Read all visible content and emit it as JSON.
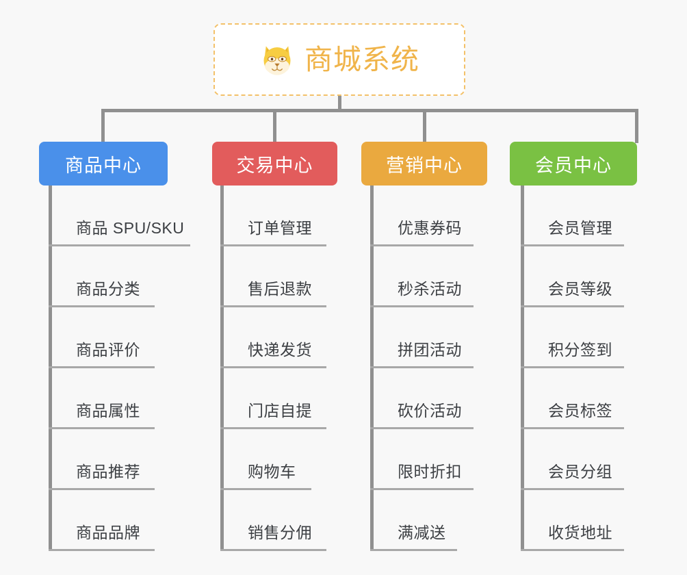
{
  "background_color": "#f8f8f8",
  "connector_color": "#909090",
  "rule_color": "#a8a8a8",
  "root": {
    "title": "商城系统",
    "icon": "shiba-dog-face-icon",
    "text_color": "#f0b44a",
    "border_color": "#f3c169",
    "background_color": "#ffffff"
  },
  "branches": [
    {
      "label": "商品中心",
      "color": "#4a90ea",
      "items": [
        "商品 SPU/SKU",
        "商品分类",
        "商品评价",
        "商品属性",
        "商品推荐",
        "商品品牌"
      ]
    },
    {
      "label": "交易中心",
      "color": "#e25c5c",
      "items": [
        "订单管理",
        "售后退款",
        "快递发货",
        "门店自提",
        "购物车",
        "销售分佣"
      ]
    },
    {
      "label": "营销中心",
      "color": "#eaa93f",
      "items": [
        "优惠券码",
        "秒杀活动",
        "拼团活动",
        "砍价活动",
        "限时折扣",
        "满减送"
      ]
    },
    {
      "label": "会员中心",
      "color": "#7ac143",
      "items": [
        "会员管理",
        "会员等级",
        "积分签到",
        "会员标签",
        "会员分组",
        "收货地址"
      ]
    }
  ]
}
